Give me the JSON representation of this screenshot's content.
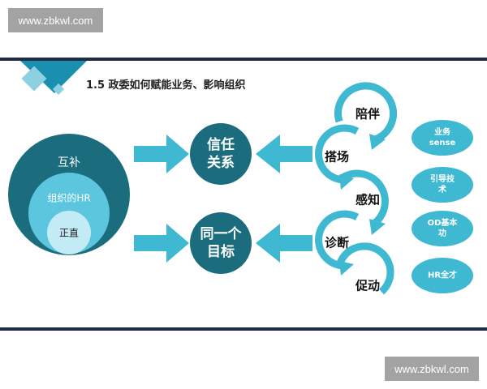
{
  "watermark": "www.zbkwl.com",
  "title": "1.5 政委如何赋能业务、影响组织",
  "circles": {
    "outer": "互补",
    "middle": "组织的HR",
    "inner": "正直"
  },
  "centers": [
    "信任\n关系",
    "同一个\n目标"
  ],
  "steps": [
    "陪伴",
    "搭场",
    "感知",
    "诊断",
    "促动"
  ],
  "skills": [
    "业务\nsense",
    "引导技\n术",
    "OD基本\n功",
    "HR全才"
  ],
  "colors": {
    "dark": "#1b6d7d",
    "cyan": "#3fb8d2",
    "navy": "#1f2a44"
  }
}
